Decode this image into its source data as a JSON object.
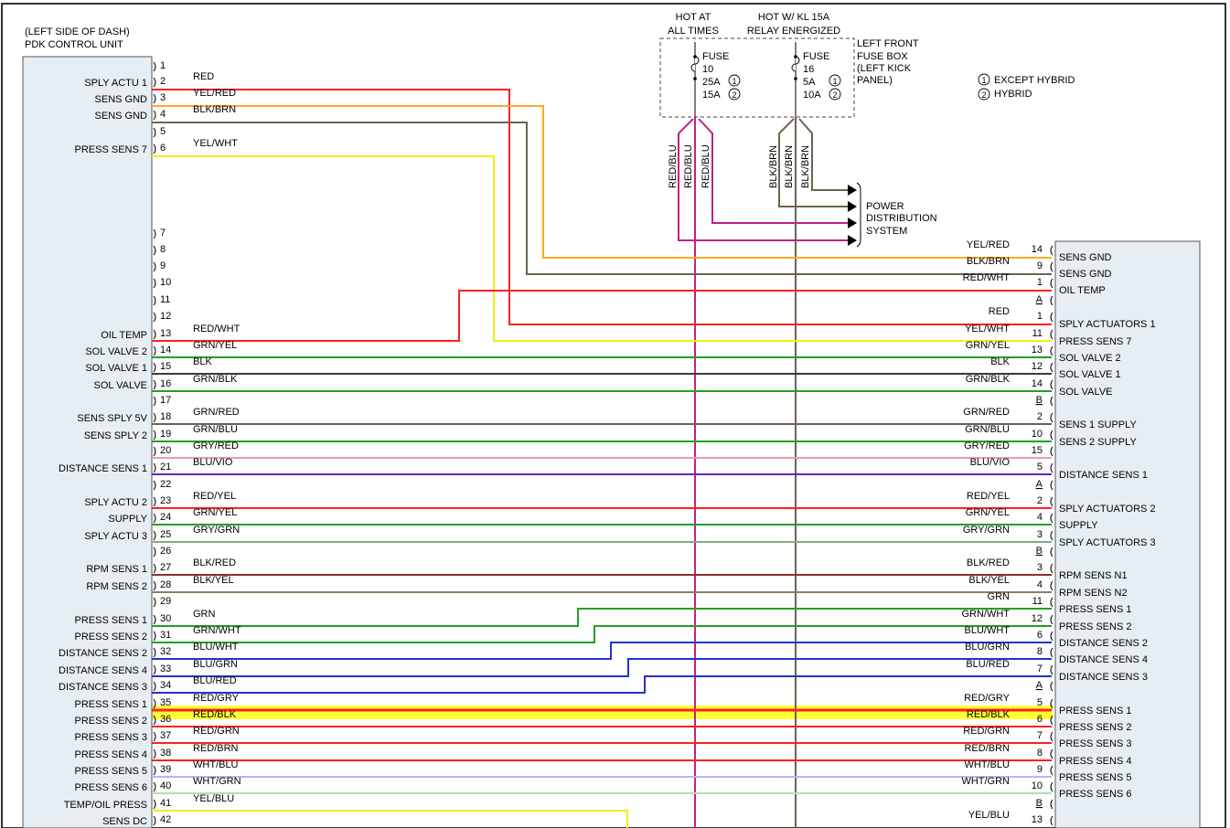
{
  "header": {
    "left_title_1": "(LEFT SIDE OF DASH)",
    "left_title_2": "PDK CONTROL UNIT",
    "hot_1a": "HOT AT",
    "hot_1b": "ALL TIMES",
    "hot_2a": "HOT W/ KL 15A",
    "hot_2b": "RELAY ENERGIZED"
  },
  "fuse_box": {
    "label": [
      "LEFT FRONT",
      "FUSE BOX",
      "(LEFT KICK",
      "PANEL)"
    ],
    "fuse_a": {
      "word": "FUSE",
      "num": "10",
      "r1": "25A",
      "r2": "15A",
      "c1": "1",
      "c2": "2"
    },
    "fuse_b": {
      "word": "FUSE",
      "num": "16",
      "r1": "5A",
      "r2": "10A",
      "c1": "1",
      "c2": "2"
    }
  },
  "legend": [
    {
      "num": "1",
      "text": "EXCEPT HYBRID"
    },
    {
      "num": "2",
      "text": "HYBRID"
    }
  ],
  "power": {
    "labels": [
      "POWER",
      "DISTRIBUTION",
      "SYSTEM"
    ],
    "wire_a": [
      "RED/BLU",
      "RED/BLU",
      "RED/BLU"
    ],
    "wire_b": [
      "BLK/BRN",
      "BLK/BRN",
      "BLK/BRN"
    ]
  },
  "colors": {
    "red": "#ff2020",
    "orange": "#ffaa22",
    "brown": "#6e6352",
    "yellow": "#f0f010",
    "green": "#23a023",
    "black": "#3a3a3a",
    "gray_red": "#e8a0a8",
    "violet": "#6a1fc8",
    "gray_green": "#88a888",
    "black_red": "#8a3030",
    "black_yellow": "#8a8060",
    "blue": "#2233cc",
    "white_blue": "#b0b8ff",
    "white_green": "#b0e0b0",
    "magenta": "#c0208a",
    "highlight": "#ffff33"
  },
  "left_pins": [
    "1",
    "2",
    "3",
    "4",
    "5",
    "6",
    "7",
    "8",
    "9",
    "10",
    "11",
    "12",
    "13",
    "14",
    "15",
    "16",
    "17",
    "18",
    "19",
    "20",
    "21",
    "22",
    "23",
    "24",
    "25",
    "26",
    "27",
    "28",
    "29",
    "30",
    "31",
    "32",
    "33",
    "34",
    "35",
    "36",
    "37",
    "38",
    "39",
    "40",
    "41",
    "42"
  ],
  "left_labels": [
    {
      "pin": "2",
      "text": "SPLY ACTU 1"
    },
    {
      "pin": "3",
      "text": "SENS GND"
    },
    {
      "pin": "4",
      "text": "SENS GND"
    },
    {
      "pin": "6",
      "text": "PRESS SENS 7"
    },
    {
      "pin": "13",
      "text": "OIL TEMP"
    },
    {
      "pin": "14",
      "text": "SOL VALVE 2"
    },
    {
      "pin": "15",
      "text": "SOL VALVE 1"
    },
    {
      "pin": "16",
      "text": "SOL VALVE"
    },
    {
      "pin": "18",
      "text": "SENS SPLY 5V"
    },
    {
      "pin": "19",
      "text": "SENS SPLY 2"
    },
    {
      "pin": "21",
      "text": "DISTANCE SENS 1"
    },
    {
      "pin": "23",
      "text": "SPLY ACTU 2"
    },
    {
      "pin": "24",
      "text": "SUPPLY"
    },
    {
      "pin": "25",
      "text": "SPLY ACTU 3"
    },
    {
      "pin": "27",
      "text": "RPM SENS 1"
    },
    {
      "pin": "28",
      "text": "RPM SENS 2"
    },
    {
      "pin": "30",
      "text": "PRESS SENS 1"
    },
    {
      "pin": "31",
      "text": "PRESS SENS 2"
    },
    {
      "pin": "32",
      "text": "DISTANCE SENS 2"
    },
    {
      "pin": "33",
      "text": "DISTANCE SENS 4"
    },
    {
      "pin": "34",
      "text": "DISTANCE SENS 3"
    },
    {
      "pin": "35",
      "text": "PRESS SENS 1"
    },
    {
      "pin": "36",
      "text": "PRESS SENS 2"
    },
    {
      "pin": "37",
      "text": "PRESS SENS 3"
    },
    {
      "pin": "38",
      "text": "PRESS SENS 4"
    },
    {
      "pin": "39",
      "text": "PRESS SENS 5"
    },
    {
      "pin": "40",
      "text": "PRESS SENS 6"
    },
    {
      "pin": "41",
      "text": "TEMP/OIL PRESS"
    },
    {
      "pin": "42",
      "text": "SENS DC"
    }
  ],
  "left_wire_labels": [
    {
      "pin": "2",
      "text": "RED"
    },
    {
      "pin": "3",
      "text": "YEL/RED"
    },
    {
      "pin": "4",
      "text": "BLK/BRN"
    },
    {
      "pin": "6",
      "text": "YEL/WHT"
    },
    {
      "pin": "13",
      "text": "RED/WHT"
    },
    {
      "pin": "14",
      "text": "GRN/YEL"
    },
    {
      "pin": "15",
      "text": "BLK"
    },
    {
      "pin": "16",
      "text": "GRN/BLK"
    },
    {
      "pin": "18",
      "text": "GRN/RED"
    },
    {
      "pin": "19",
      "text": "GRN/BLU"
    },
    {
      "pin": "20",
      "text": "GRY/RED"
    },
    {
      "pin": "21",
      "text": "BLU/VIO"
    },
    {
      "pin": "23",
      "text": "RED/YEL"
    },
    {
      "pin": "24",
      "text": "GRN/YEL"
    },
    {
      "pin": "25",
      "text": "GRY/GRN"
    },
    {
      "pin": "27",
      "text": "BLK/RED"
    },
    {
      "pin": "28",
      "text": "BLK/YEL"
    },
    {
      "pin": "30",
      "text": "GRN"
    },
    {
      "pin": "31",
      "text": "GRN/WHT"
    },
    {
      "pin": "32",
      "text": "BLU/WHT"
    },
    {
      "pin": "33",
      "text": "BLU/GRN"
    },
    {
      "pin": "34",
      "text": "BLU/RED"
    },
    {
      "pin": "35",
      "text": "RED/GRY"
    },
    {
      "pin": "36",
      "text": "RED/BLK"
    },
    {
      "pin": "37",
      "text": "RED/GRN"
    },
    {
      "pin": "38",
      "text": "RED/BRN"
    },
    {
      "pin": "39",
      "text": "WHT/BLU"
    },
    {
      "pin": "40",
      "text": "WHT/GRN"
    },
    {
      "pin": "41",
      "text": "YEL/BLU"
    }
  ],
  "right_rows": [
    {
      "wire": "YEL/RED",
      "pin": "14",
      "label": "SENS GND"
    },
    {
      "wire": "BLK/BRN",
      "pin": "9",
      "label": "SENS GND"
    },
    {
      "wire": "RED/WHT",
      "pin": "1",
      "label": "OIL TEMP"
    },
    {
      "wire": "",
      "pin": "A",
      "label": ""
    },
    {
      "wire": "RED",
      "pin": "1",
      "label": "SPLY ACTUATORS 1"
    },
    {
      "wire": "YEL/WHT",
      "pin": "11",
      "label": "PRESS SENS 7"
    },
    {
      "wire": "GRN/YEL",
      "pin": "13",
      "label": "SOL VALVE 2"
    },
    {
      "wire": "BLK",
      "pin": "12",
      "label": "SOL VALVE 1"
    },
    {
      "wire": "GRN/BLK",
      "pin": "14",
      "label": "SOL VALVE"
    },
    {
      "wire": "",
      "pin": "B",
      "label": ""
    },
    {
      "wire": "GRN/RED",
      "pin": "2",
      "label": "SENS 1 SUPPLY"
    },
    {
      "wire": "GRN/BLU",
      "pin": "10",
      "label": "SENS 2 SUPPLY"
    },
    {
      "wire": "GRY/RED",
      "pin": "15",
      "label": ""
    },
    {
      "wire": "BLU/VIO",
      "pin": "5",
      "label": "DISTANCE SENS 1"
    },
    {
      "wire": "",
      "pin": "A",
      "label": ""
    },
    {
      "wire": "RED/YEL",
      "pin": "2",
      "label": "SPLY ACTUATORS 2"
    },
    {
      "wire": "GRN/YEL",
      "pin": "4",
      "label": "SUPPLY"
    },
    {
      "wire": "GRY/GRN",
      "pin": "3",
      "label": "SPLY ACTUATORS 3"
    },
    {
      "wire": "",
      "pin": "B",
      "label": ""
    },
    {
      "wire": "BLK/RED",
      "pin": "3",
      "label": "RPM SENS N1"
    },
    {
      "wire": "BLK/YEL",
      "pin": "4",
      "label": "RPM SENS N2"
    },
    {
      "wire": "GRN",
      "pin": "11",
      "label": "PRESS SENS 1"
    },
    {
      "wire": "GRN/WHT",
      "pin": "12",
      "label": "PRESS SENS 2"
    },
    {
      "wire": "BLU/WHT",
      "pin": "6",
      "label": "DISTANCE SENS 2"
    },
    {
      "wire": "BLU/GRN",
      "pin": "8",
      "label": "DISTANCE SENS 4"
    },
    {
      "wire": "BLU/RED",
      "pin": "7",
      "label": "DISTANCE SENS 3"
    },
    {
      "wire": "",
      "pin": "A",
      "label": ""
    },
    {
      "wire": "RED/GRY",
      "pin": "5",
      "label": "PRESS SENS 1"
    },
    {
      "wire": "RED/BLK",
      "pin": "6",
      "label": "PRESS SENS 2"
    },
    {
      "wire": "RED/GRN",
      "pin": "7",
      "label": "PRESS SENS 3"
    },
    {
      "wire": "RED/BRN",
      "pin": "8",
      "label": "PRESS SENS 4"
    },
    {
      "wire": "WHT/BLU",
      "pin": "9",
      "label": "PRESS SENS 5"
    },
    {
      "wire": "WHT/GRN",
      "pin": "10",
      "label": "PRESS SENS 6"
    },
    {
      "wire": "",
      "pin": "B",
      "label": ""
    },
    {
      "wire": "YEL/BLU",
      "pin": "13",
      "label": ""
    }
  ]
}
